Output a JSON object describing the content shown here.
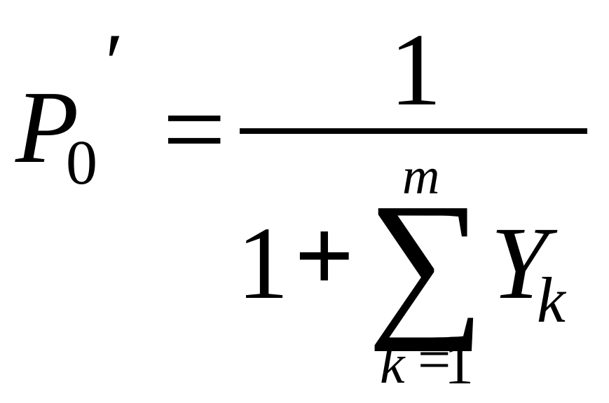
{
  "formula": {
    "lhs": {
      "symbol": "P",
      "subscript": "0",
      "prime": "′"
    },
    "equals": "=",
    "numerator": "1",
    "denominator": {
      "one": "1",
      "plus": "+",
      "sum_symbol": "∑",
      "upper_limit": "m",
      "lower_index": "k",
      "lower_equals": "=",
      "lower_start": "1",
      "term_symbol": "Y",
      "term_subscript": "k"
    }
  }
}
